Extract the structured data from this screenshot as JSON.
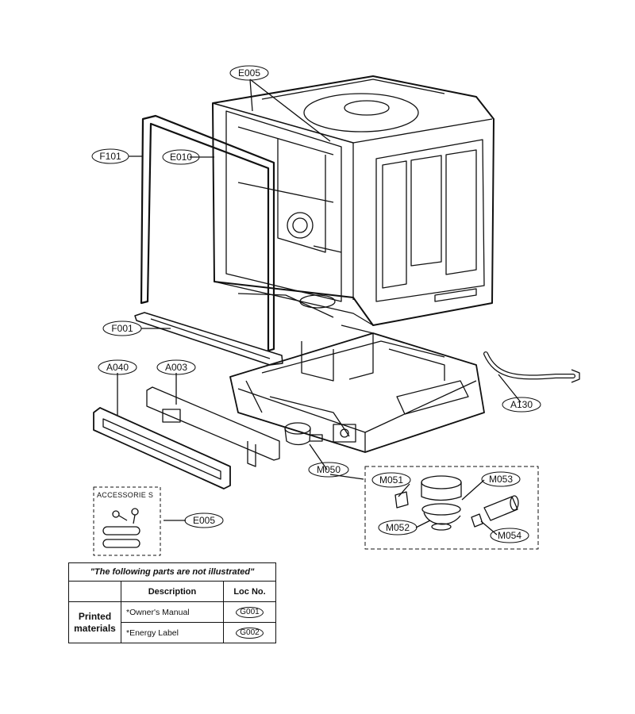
{
  "callouts": {
    "E005_top": "E005",
    "F101": "F101",
    "E010": "E010",
    "F001": "F001",
    "A040": "A040",
    "A003": "A003",
    "A130": "A130",
    "M050": "M050",
    "M051": "M051",
    "M053": "M053",
    "M052": "M052",
    "M054": "M054",
    "E005_acc": "E005"
  },
  "accessories": {
    "title": "ACCESSORIE S"
  },
  "notes_table": {
    "header": "\"The following parts are not illustrated\"",
    "col_description": "Description",
    "col_loc": "Loc No.",
    "category": "Printed materials",
    "rows": [
      {
        "description": "*Owner's Manual",
        "loc": "G001"
      },
      {
        "description": "*Energy Label",
        "loc": "G002"
      }
    ]
  }
}
